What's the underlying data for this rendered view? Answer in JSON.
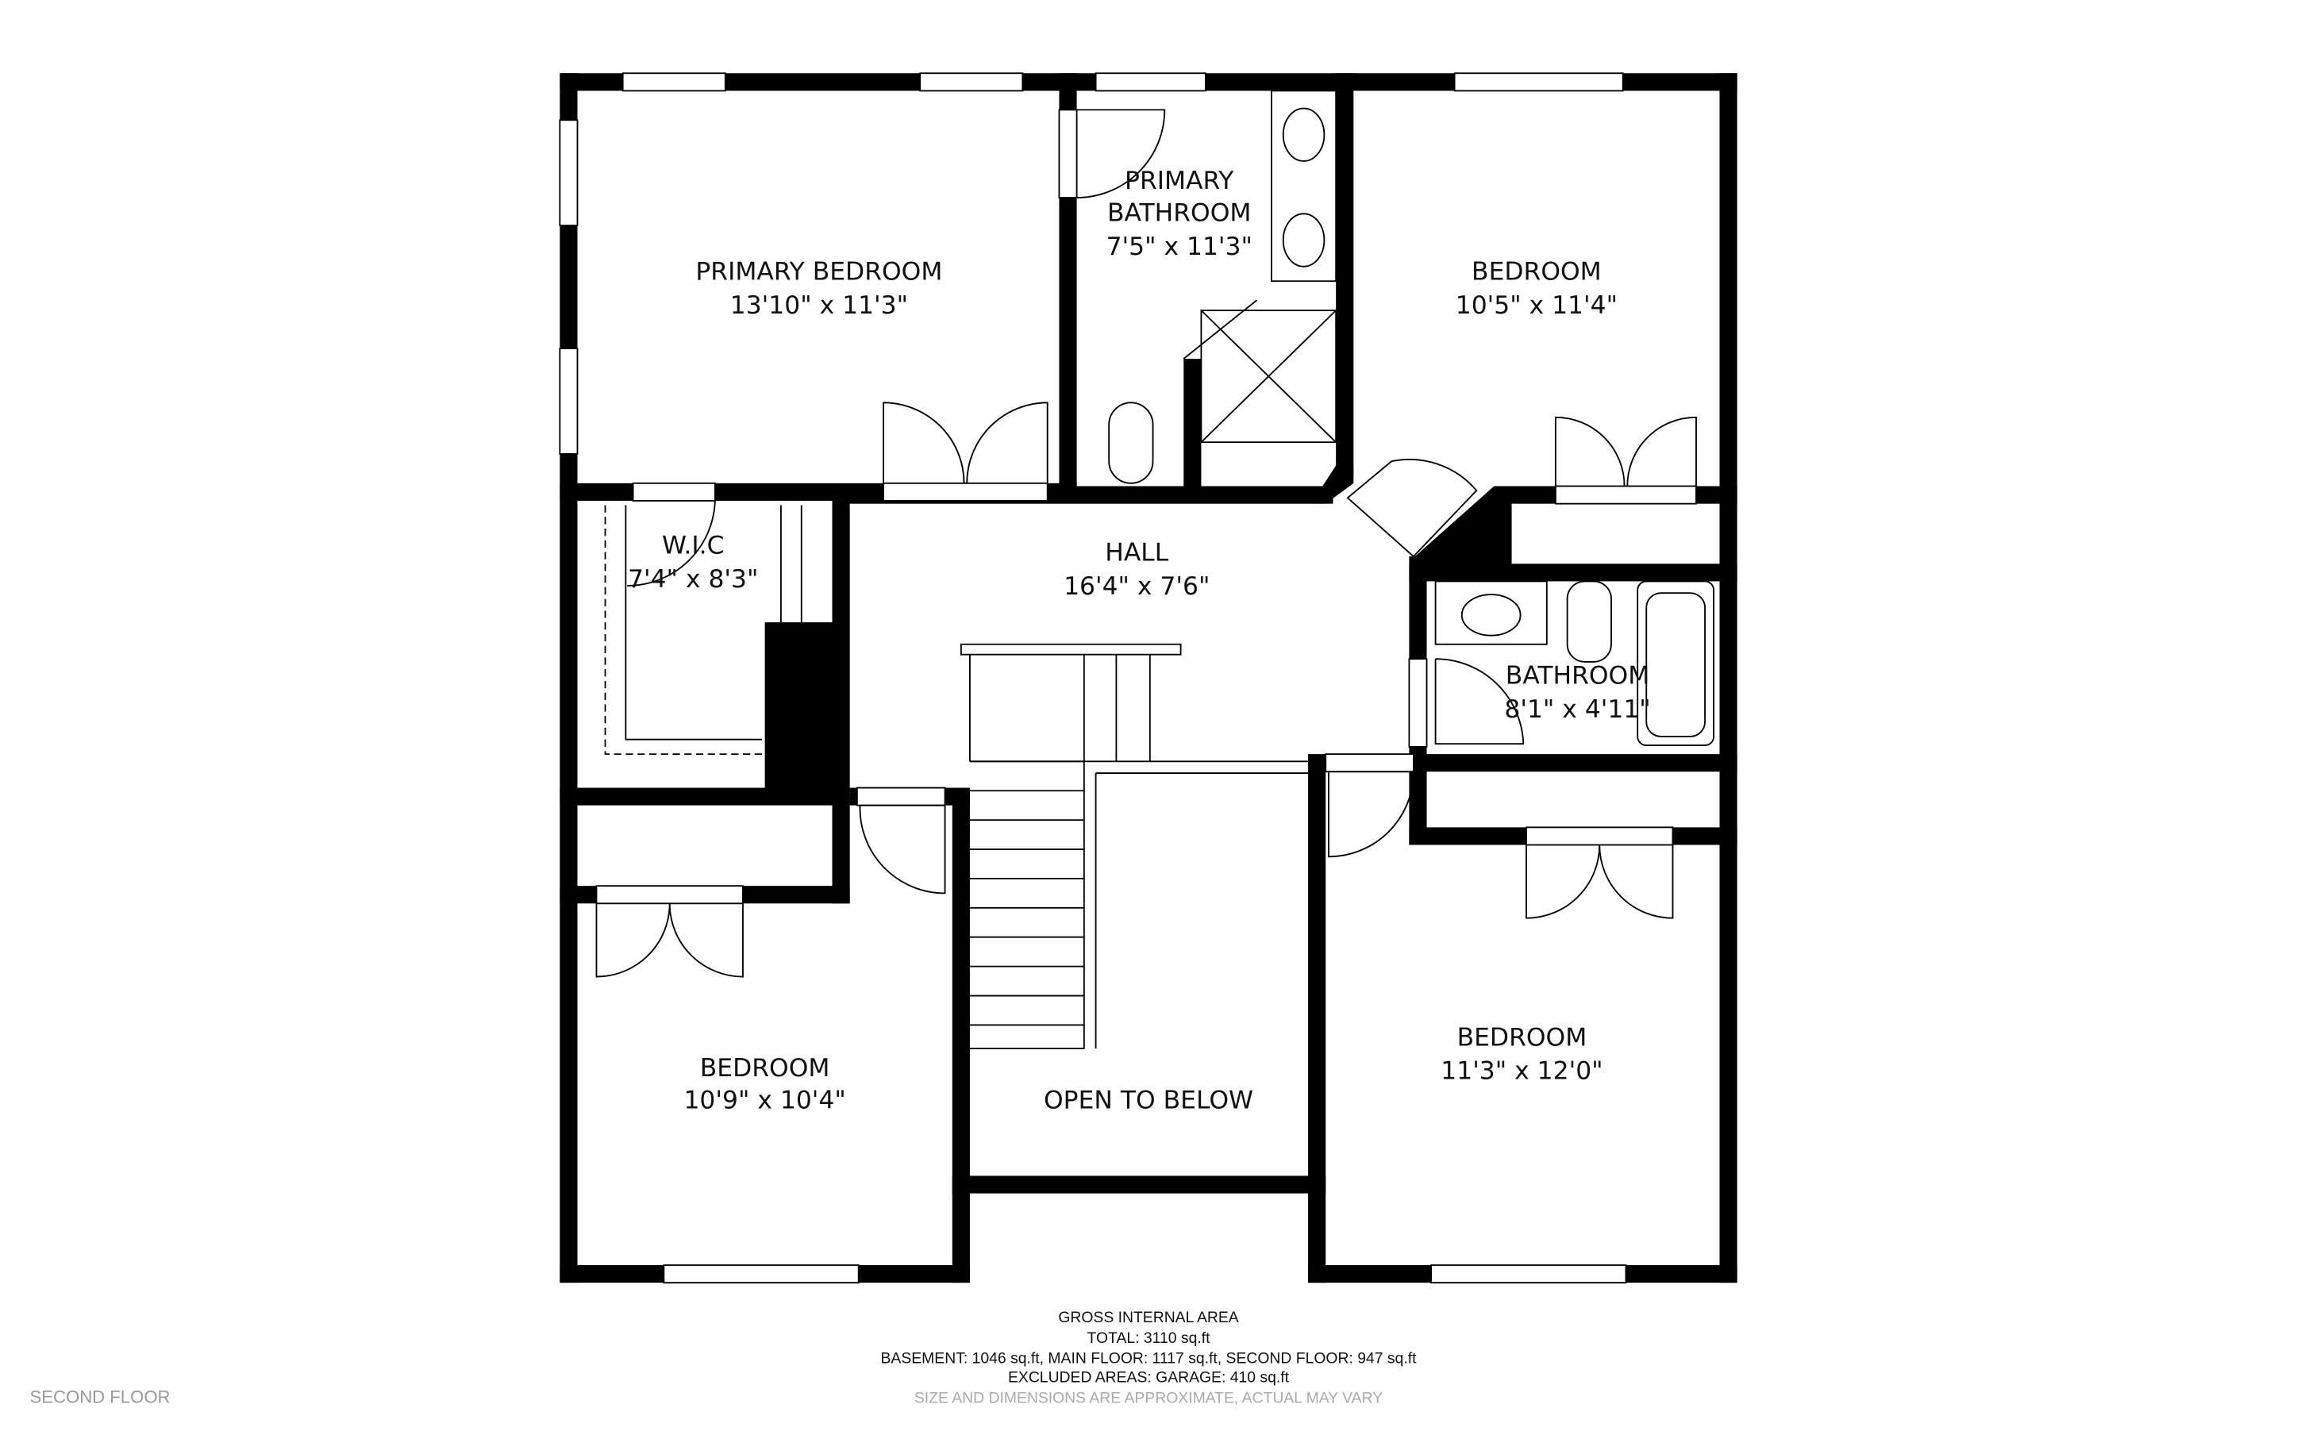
{
  "floor_label": "SECOND FLOOR",
  "rooms": {
    "primary_bedroom": {
      "name": "PRIMARY BEDROOM",
      "size": "13'10\" x 11'3\""
    },
    "primary_bathroom": {
      "name1": "PRIMARY",
      "name2": "BATHROOM",
      "size": "7'5\" x 11'3\""
    },
    "bedroom_ne": {
      "name": "BEDROOM",
      "size": "10'5\" x 11'4\""
    },
    "wic": {
      "name": "W.I.C",
      "size": "7'4\" x 8'3\""
    },
    "hall": {
      "name": "HALL",
      "size": "16'4\" x 7'6\""
    },
    "bathroom": {
      "name": "BATHROOM",
      "size": "8'1\" x 4'11\""
    },
    "bedroom_sw": {
      "name": "BEDROOM",
      "size": "10'9\" x 10'4\""
    },
    "bedroom_se": {
      "name": "BEDROOM",
      "size": "11'3\" x 12'0\""
    },
    "open_below": {
      "name": "OPEN TO BELOW"
    }
  },
  "area_summary": {
    "title": "GROSS INTERNAL AREA",
    "total": "TOTAL: 3110 sq.ft",
    "breakdown": "BASEMENT: 1046 sq.ft, MAIN FLOOR: 1117 sq.ft, SECOND FLOOR: 947 sq.ft",
    "excluded": "EXCLUDED AREAS: GARAGE: 410 sq.ft",
    "disclaimer": "SIZE AND DIMENSIONS ARE APPROXIMATE, ACTUAL MAY VARY"
  }
}
